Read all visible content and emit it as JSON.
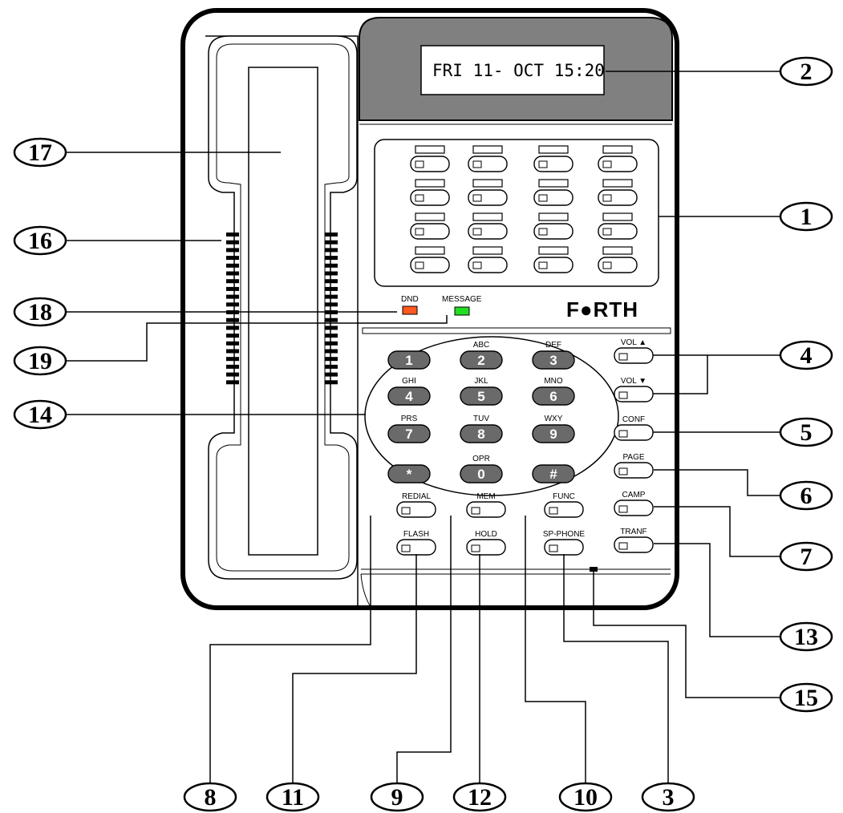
{
  "display": {
    "text": "FRI 11- OCT 15:20"
  },
  "brand": "F●RTH",
  "indicators": {
    "dnd": "DND",
    "message": "MESSAGE",
    "dnd_color": "#ff5a1f",
    "message_color": "#22dd22"
  },
  "keypad": [
    {
      "num": "1",
      "letters": ""
    },
    {
      "num": "2",
      "letters": "ABC"
    },
    {
      "num": "3",
      "letters": "DEF"
    },
    {
      "num": "4",
      "letters": "GHI"
    },
    {
      "num": "5",
      "letters": "JKL"
    },
    {
      "num": "6",
      "letters": "MNO"
    },
    {
      "num": "7",
      "letters": "PRS"
    },
    {
      "num": "8",
      "letters": "TUV"
    },
    {
      "num": "9",
      "letters": "WXY"
    },
    {
      "num": "*",
      "letters": ""
    },
    {
      "num": "0",
      "letters": "OPR"
    },
    {
      "num": "#",
      "letters": ""
    }
  ],
  "side_buttons": {
    "vol_up": "VOL ▲",
    "vol_down": "VOL ▼",
    "conf": "CONF",
    "page": "PAGE",
    "camp": "CAMP",
    "tranf": "TRANF"
  },
  "bottom_buttons": {
    "redial": "REDIAL",
    "flash": "FLASH",
    "mem": "MEM",
    "hold": "HOLD",
    "func": "FUNC",
    "spphone": "SP-PHONE"
  },
  "callouts": {
    "c1": "1",
    "c2": "2",
    "c3": "3",
    "c4": "4",
    "c5": "5",
    "c6": "6",
    "c7": "7",
    "c8": "8",
    "c9": "9",
    "c10": "10",
    "c11": "11",
    "c12": "12",
    "c13": "13",
    "c14": "14",
    "c15": "15",
    "c16": "16",
    "c17": "17",
    "c18": "18",
    "c19": "19"
  },
  "colors": {
    "body_gray": "#808080",
    "key_gray": "#6a6a6a"
  }
}
